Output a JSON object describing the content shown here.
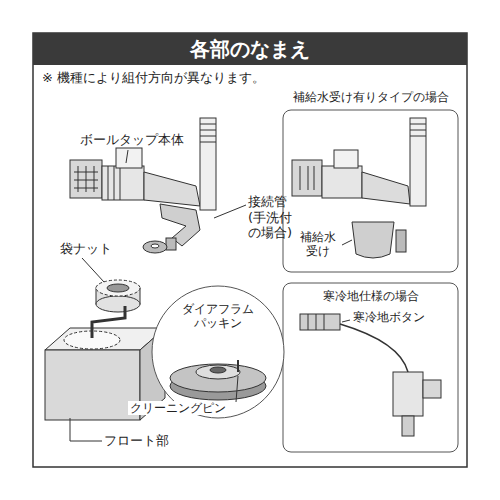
{
  "diagram": {
    "title": "各部のなまえ",
    "nodes": [
      {
        "text": [
          "各部のなまえ"
        ]
      },
      {
        "text": [
          "補給水受け有りタイプの場合",
          "補給水 受け"
        ]
      },
      {
        "text": [
          "寒冷地仕様の場合",
          "寒冷地ボタン"
        ]
      },
      {
        "text": [
          "ダイアフラム パッキン"
        ]
      }
    ],
    "labels": [
      "※ 機種により組付方向が異なります。",
      "ボールタップ本体",
      "接続管 (手洗付 の場合)",
      "袋ナット",
      "クリーニングピン",
      "フロート部"
    ]
  }
}
